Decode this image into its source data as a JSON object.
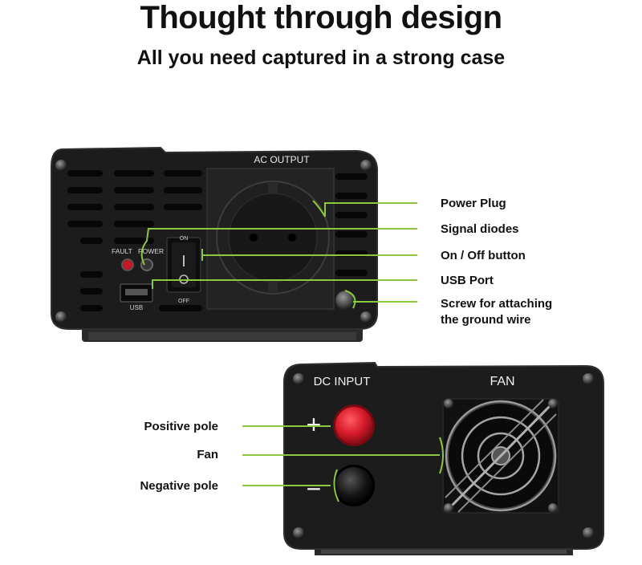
{
  "header": {
    "title": "Thought through design",
    "subtitle": "All you need captured in a strong case"
  },
  "colors": {
    "accent": "#8dc63f",
    "case": "#1c1c1c",
    "case_edge": "#2b2b2b",
    "vent": "#060606",
    "red_knob": "#d71a2a"
  },
  "rear_panel": {
    "ac_output": "AC OUTPUT",
    "fault": "FAULT",
    "power": "POWER",
    "on": "ON",
    "off": "OFF",
    "usb": "USB",
    "callouts": {
      "power_plug": "Power Plug",
      "signal_diodes": "Signal diodes",
      "on_off_button": "On / Off button",
      "usb_port": "USB Port",
      "screw_line1": "Screw for attaching",
      "screw_line2": "the ground wire"
    }
  },
  "front_panel": {
    "dc_input": "DC INPUT",
    "fan": "FAN",
    "plus": "+",
    "minus": "−",
    "callouts": {
      "positive_pole": "Positive pole",
      "fan": "Fan",
      "negative_pole": "Negative pole"
    }
  }
}
